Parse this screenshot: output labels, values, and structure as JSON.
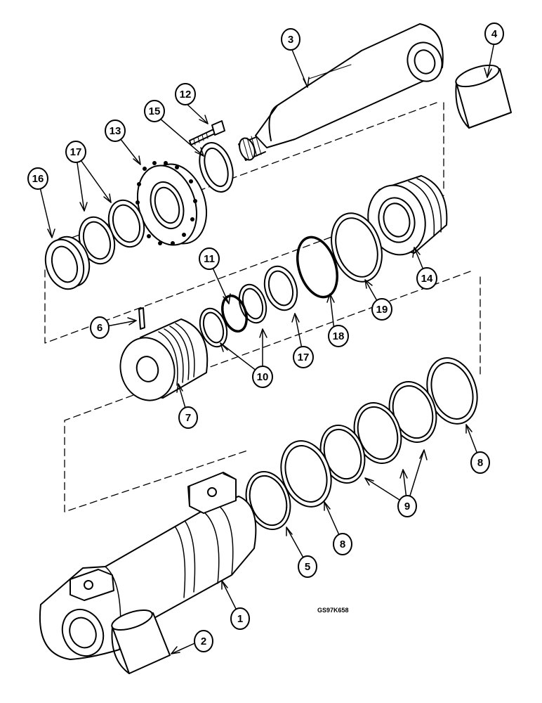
{
  "figure_code": "GS97K658",
  "callouts": [
    {
      "id": "c1",
      "label": "1"
    },
    {
      "id": "c2",
      "label": "2"
    },
    {
      "id": "c3",
      "label": "3"
    },
    {
      "id": "c4",
      "label": "4"
    },
    {
      "id": "c5",
      "label": "5"
    },
    {
      "id": "c6",
      "label": "6"
    },
    {
      "id": "c7",
      "label": "7"
    },
    {
      "id": "c8a",
      "label": "8"
    },
    {
      "id": "c8b",
      "label": "8"
    },
    {
      "id": "c9",
      "label": "9"
    },
    {
      "id": "c10",
      "label": "10"
    },
    {
      "id": "c11",
      "label": "11"
    },
    {
      "id": "c12",
      "label": "12"
    },
    {
      "id": "c13",
      "label": "13"
    },
    {
      "id": "c14",
      "label": "14"
    },
    {
      "id": "c15",
      "label": "15"
    },
    {
      "id": "c16",
      "label": "16"
    },
    {
      "id": "c17a",
      "label": "17"
    },
    {
      "id": "c17b",
      "label": "17"
    },
    {
      "id": "c18",
      "label": "18"
    },
    {
      "id": "c19",
      "label": "19"
    }
  ]
}
